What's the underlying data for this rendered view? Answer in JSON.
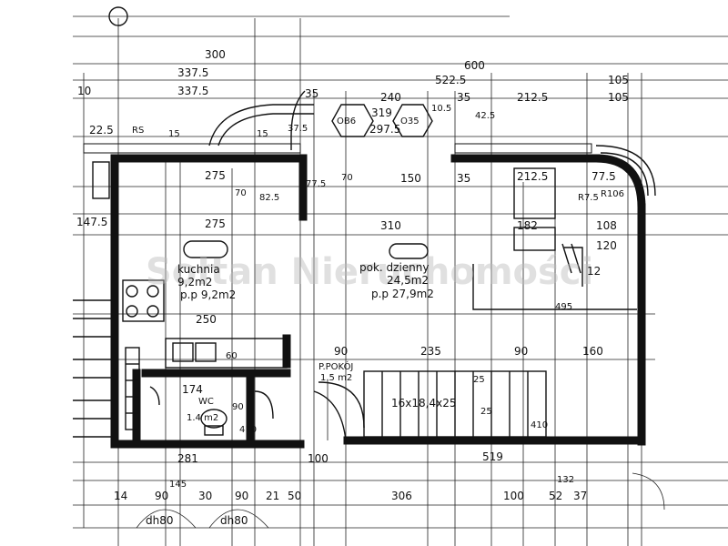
{
  "watermark": "Sołtan Nieruchomości",
  "rooms": {
    "kitchen": {
      "name": "kuchnia",
      "area1": "9,2m2",
      "area2": "p.p  9,2m2"
    },
    "living": {
      "name": "pok. dzienny",
      "area1": "24,5m2",
      "area2": "p.p  27,9m2"
    },
    "hall": {
      "name": "P.POKÓJ",
      "area": "1.5  m2"
    },
    "wc": {
      "name": "WC",
      "area": "1.4  m2"
    }
  },
  "stairs_label": "16x18,4x25",
  "level_mark": "12",
  "vents": {
    "a": "OB6",
    "b": "O35"
  },
  "dims": {
    "d300": "300",
    "d337a": "337.5",
    "d337b": "337.5",
    "d600": "600",
    "d5225": "522.5",
    "d105a": "105",
    "d105b": "105",
    "d10": "10",
    "d35a": "35",
    "d240": "240",
    "d35b": "35",
    "d2125a": "212.5",
    "d319": "319",
    "d2975": "297.5",
    "d105c": "10.5",
    "d425": "42.5",
    "d225": "22.5",
    "drs": "RS",
    "d15a": "15",
    "d15b": "15",
    "d375": "37.5",
    "d275a": "275",
    "d70": "70",
    "d825": "82.5",
    "d775a": "77.5",
    "d70b": "70",
    "d150": "150",
    "d35c": "35",
    "d2125b": "212.5",
    "d775b": "77.5",
    "dr75": "R7.5",
    "dr106": "R106",
    "d1475": "147.5",
    "d275b": "275",
    "d310": "310",
    "d182": "182",
    "d108": "108",
    "d120": "120",
    "d250": "250",
    "d495": "495",
    "d90a": "90",
    "d235": "235",
    "d90b": "90",
    "d160": "160",
    "d174": "174",
    "d410a": "410",
    "d410b": "410",
    "d281": "281",
    "d100": "100",
    "d519": "519",
    "d14": "14",
    "d90c": "90",
    "d30": "30",
    "d90d": "90",
    "d21": "21",
    "d50": "50",
    "d306": "306",
    "d100b": "100",
    "d52": "52",
    "d37": "37",
    "d145": "145",
    "d132": "132",
    "dh80a": "dh80",
    "dh80b": "dh80",
    "d60": "60",
    "d90e": "90",
    "d25a": "25",
    "d25b": "25"
  }
}
